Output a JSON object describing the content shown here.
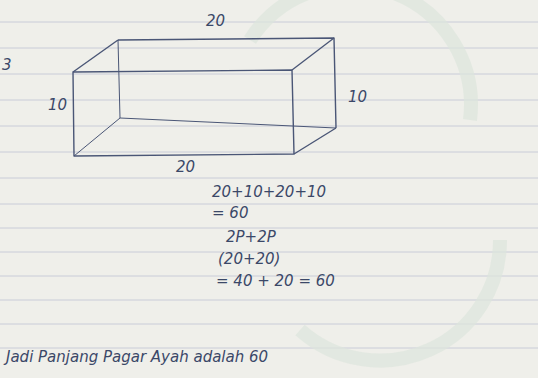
{
  "diagram": {
    "labels": [
      "20",
      "3",
      "10",
      "10",
      "20",
      "20+10+20+10",
      "= 60",
      "2P+2P",
      "(20+20)",
      "= 40 + 20 = 60",
      "Jadi Panjang Pagar Ayah adalah 60"
    ]
  }
}
